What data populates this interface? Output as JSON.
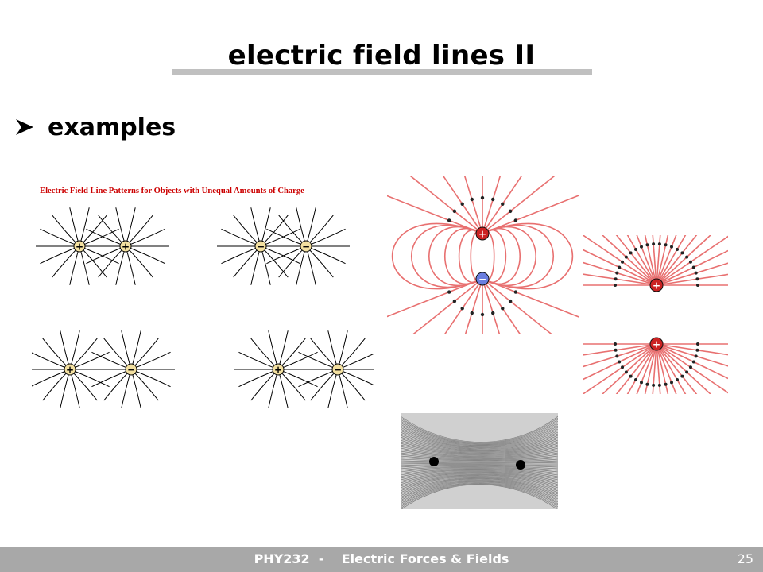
{
  "slide": {
    "title": "electric field lines II",
    "bullet": {
      "icon": "arrowhead-bullet-icon",
      "text": "examples"
    }
  },
  "figures": {
    "bw_panel": {
      "caption": "Electric Field Line Patterns for Objects with Unequal Amounts of Charge",
      "caption_color": "#cc0000",
      "charge_plus": "+",
      "charge_minus": "−"
    },
    "dipole": {
      "charge_plus": "+",
      "charge_minus": "−",
      "line_color": "#e87070"
    },
    "like_charges": {
      "charge_plus": "+",
      "line_color": "#e87070"
    }
  },
  "footer": {
    "text": "PHY232  -    Electric Forces & Fields",
    "page_number": "25",
    "bar_color": "#a8a8a8"
  }
}
